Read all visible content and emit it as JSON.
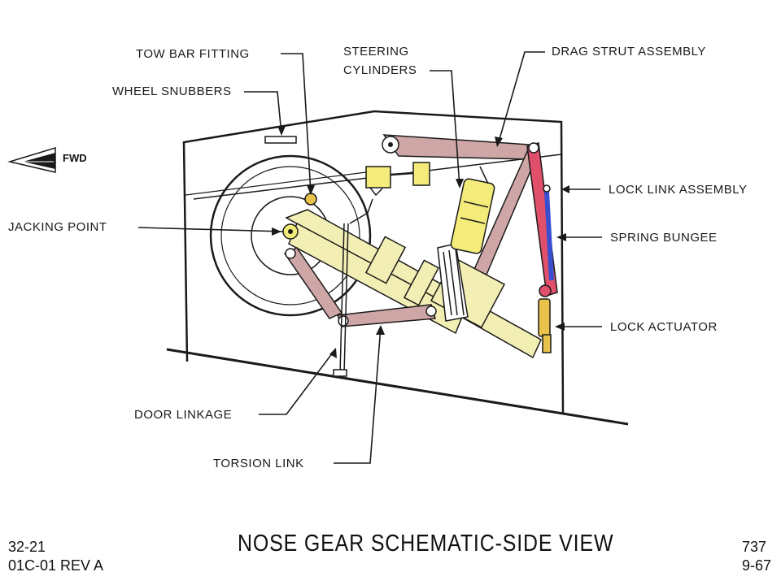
{
  "labels": {
    "tow_bar_fitting": "TOW BAR FITTING",
    "wheel_snubbers": "WHEEL SNUBBERS",
    "steering_cylinders_line1": "STEERING",
    "steering_cylinders_line2": "CYLINDERS",
    "drag_strut_assembly": "DRAG STRUT ASSEMBLY",
    "fwd": "FWD",
    "lock_link_assembly": "LOCK LINK ASSEMBLY",
    "jacking_point": "JACKING POINT",
    "spring_bungee": "SPRING BUNGEE",
    "lock_actuator": "LOCK ACTUATOR",
    "door_linkage": "DOOR LINKAGE",
    "torsion_link": "TORSION LINK"
  },
  "footer": {
    "title": "NOSE GEAR SCHEMATIC-SIDE VIEW",
    "left_code_line1": "32-21",
    "left_code_line2": "01C-01 REV A",
    "right_code_line1": "737",
    "right_code_line2": "9-67"
  },
  "colors": {
    "line": "#1a1a1a",
    "gear_yellow": "#f2eeb4",
    "cylinder_yellow": "#f4ec7a",
    "link_mauve": "#cfa6a6",
    "lock_link_red": "#e0506a",
    "bungee_blue": "#3a4fd0",
    "actuator_gold": "#e8c24a"
  }
}
